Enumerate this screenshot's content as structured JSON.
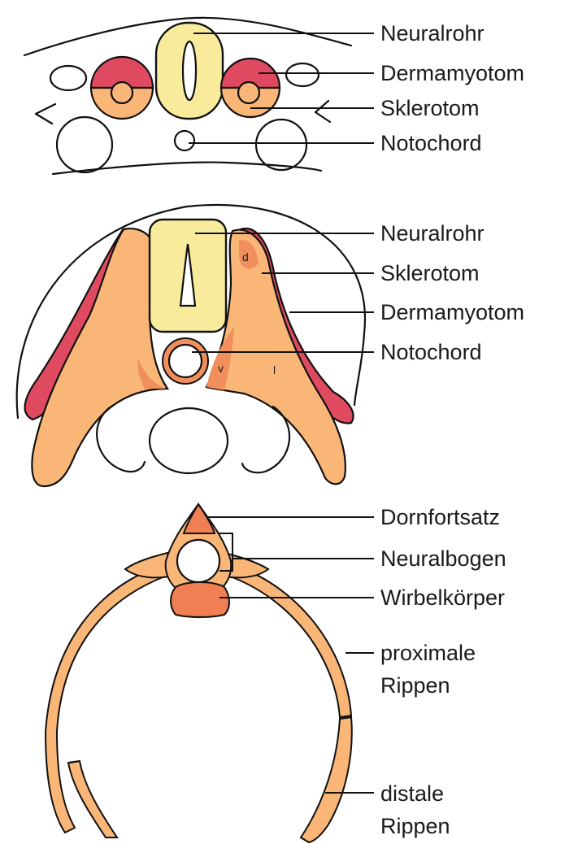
{
  "panel_1": {
    "labels": [
      "Neuralrohr",
      "Dermamyotom",
      "Sklerotom",
      "Notochord"
    ]
  },
  "panel_2": {
    "labels": [
      "Neuralrohr",
      "Sklerotom",
      "Dermamyotom",
      "Notochord"
    ],
    "region_marks": {
      "dorsal": "d",
      "ventral": "v",
      "lateral": "l"
    }
  },
  "panel_3": {
    "labels": [
      "Dornfortsatz",
      "Neuralbogen",
      "Wirbelkörper"
    ],
    "labels_multiline": [
      {
        "line_1": "proximale",
        "line_2": "Rippen"
      },
      {
        "line_1": "distale",
        "line_2": "Rippen"
      }
    ]
  },
  "colors": {
    "neural_tube": "#f8eb9b",
    "dermamyotome": "#df4a60",
    "sclerotome": "#f9b677",
    "sclerotome_dense": "#f08e5c",
    "vertebral_body": "#f07f53"
  }
}
